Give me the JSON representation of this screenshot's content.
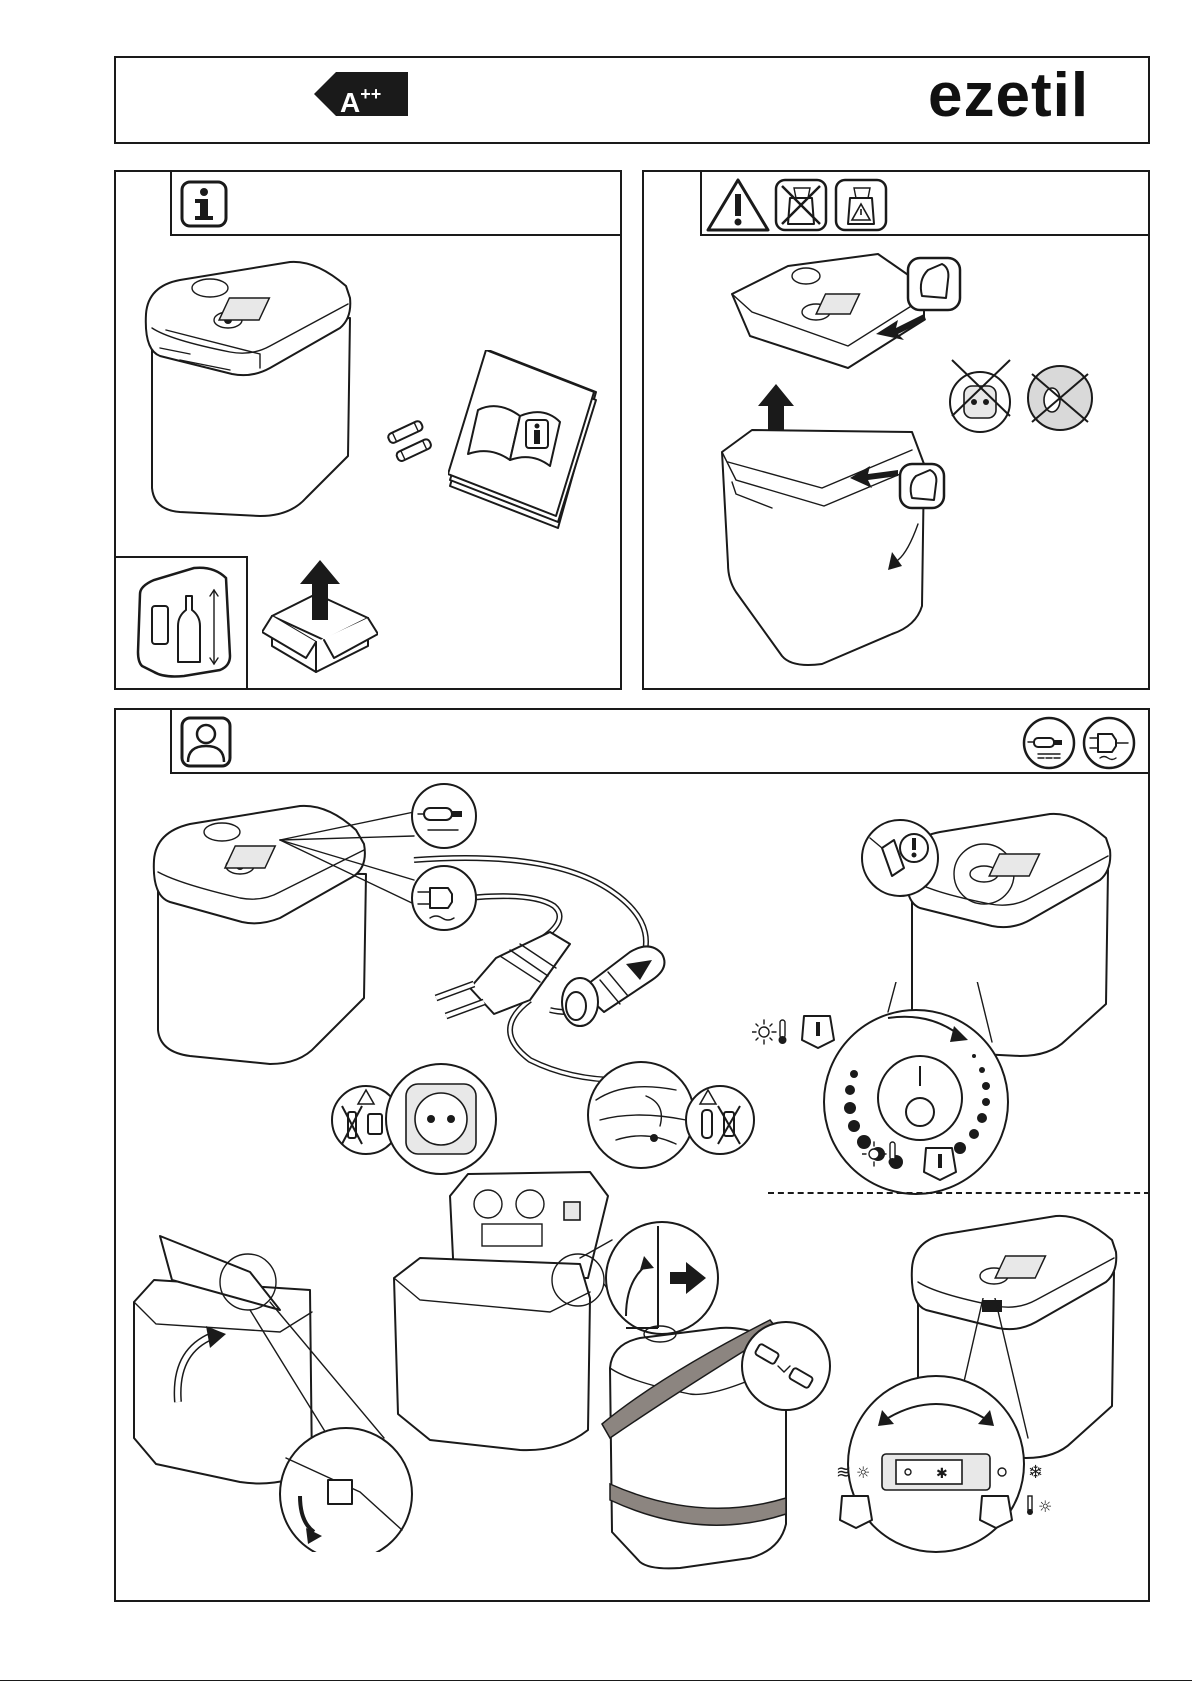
{
  "header": {
    "energy_class": "A",
    "energy_class_suffix": "++",
    "brand_logo": "ezetil"
  },
  "sections": [
    {
      "id": "scope-of-delivery",
      "header_icon": "info-icon"
    },
    {
      "id": "safety-cleaning",
      "header_icons": [
        "warning-triangle-icon",
        "no-chemical-cleaner-icon",
        "caution-cleaner-icon"
      ]
    },
    {
      "id": "operation",
      "header_icons": [
        "user-icon",
        "car-socket-12v-icon",
        "mains-plug-230v-icon"
      ]
    }
  ],
  "icons": [
    "info-icon",
    "warning-triangle-icon",
    "user-icon",
    "car-plug-icon",
    "mains-plug-icon",
    "fuse-icon",
    "manual-icon",
    "unpack-arrow-icon",
    "temperature-icon",
    "sun-icon",
    "snowflake-icon",
    "heat-wave-icon",
    "switch-icon",
    "strap-buckle-icon",
    "no-water-icon",
    "wipe-cloth-icon"
  ],
  "colors": {
    "line": "#1a1a1a",
    "strap": "#8c8580",
    "background": "#ffffff"
  }
}
